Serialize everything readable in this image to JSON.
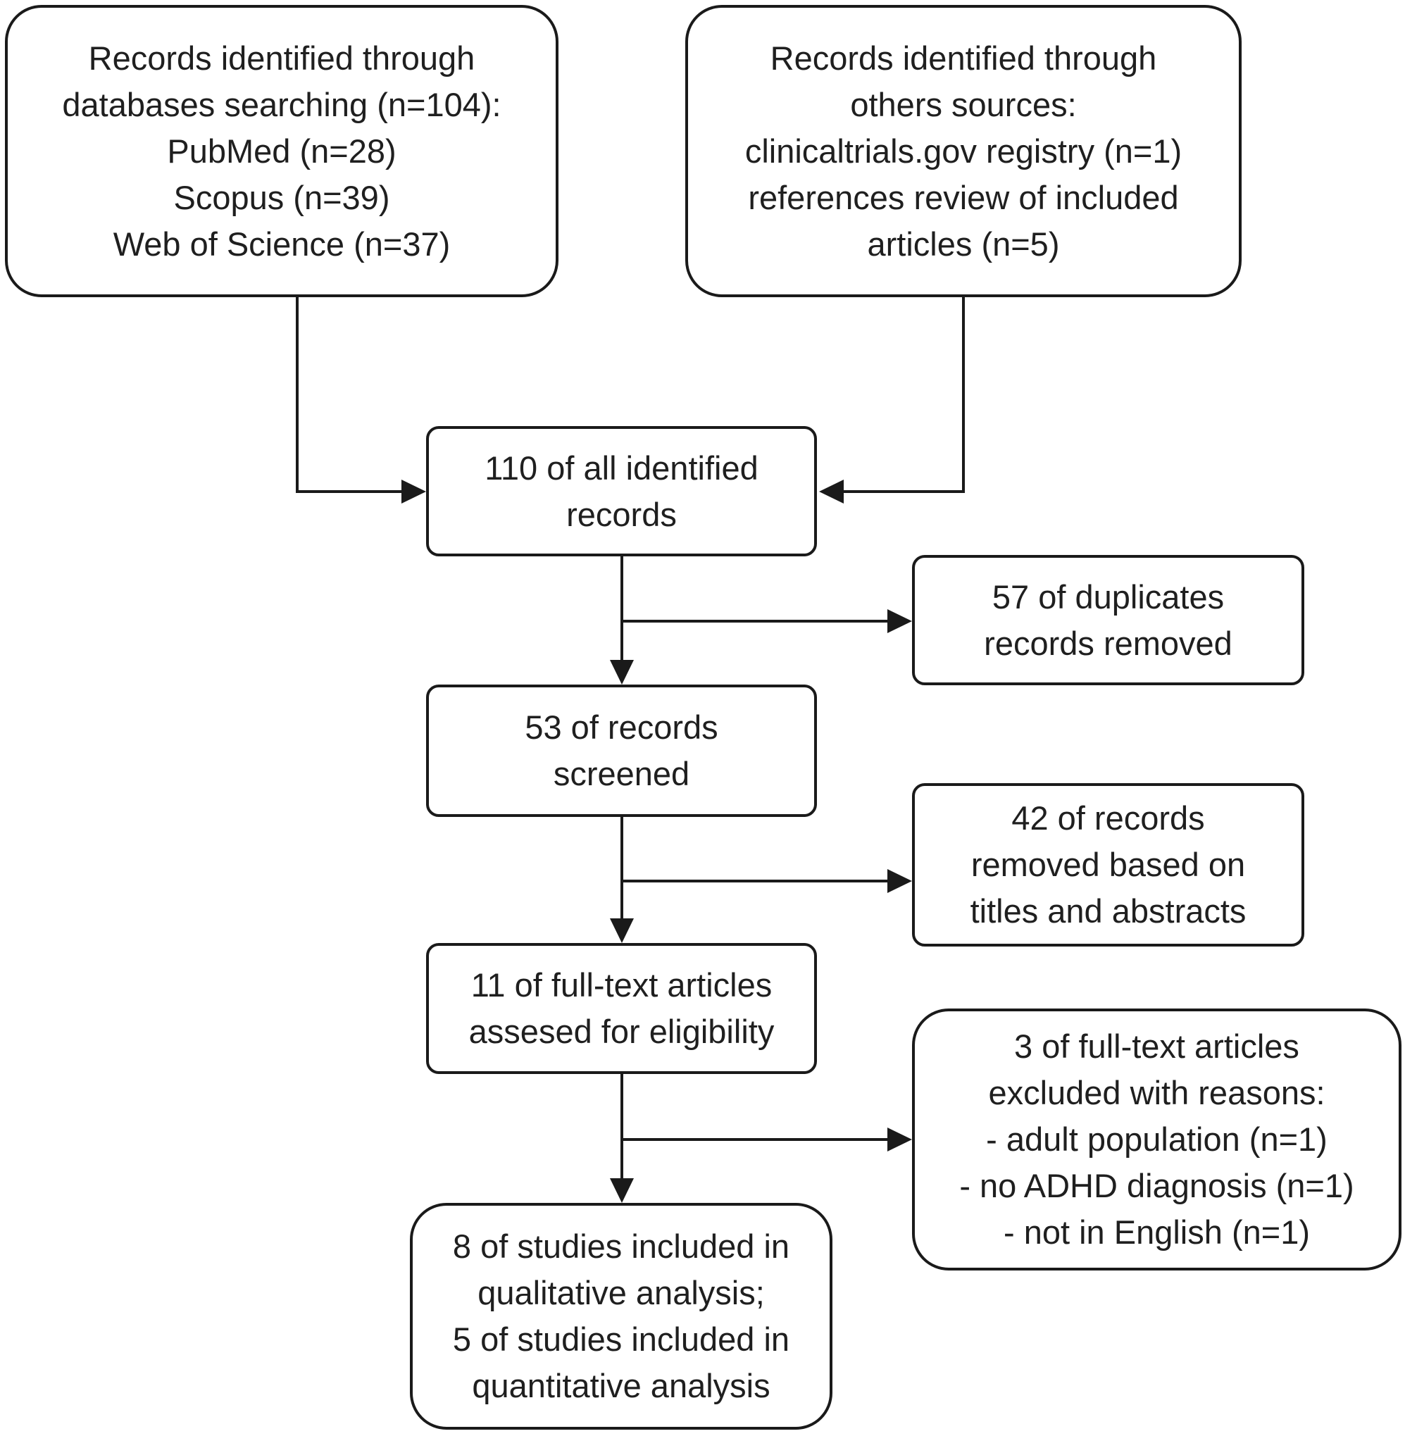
{
  "colors": {
    "line": "#1a1a1a",
    "text": "#1f1f1f",
    "background": "#ffffff"
  },
  "boxes": {
    "databases": {
      "lines": [
        "Records identified through",
        "databases searching (n=104):",
        "PubMed (n=28)",
        "Scopus (n=39)",
        "Web of Science (n=37)"
      ]
    },
    "other_sources": {
      "lines": [
        "Records identified through",
        "others sources:",
        "clinicaltrials.gov registry (n=1)",
        "references review of included",
        "articles (n=5)"
      ]
    },
    "identified": {
      "lines": [
        "110 of all identified",
        "records"
      ]
    },
    "duplicates": {
      "lines": [
        "57 of duplicates",
        "records removed"
      ]
    },
    "screened": {
      "lines": [
        "53 of records",
        "screened"
      ]
    },
    "removed_titles": {
      "lines": [
        "42 of records",
        "removed based on",
        "titles and abstracts"
      ]
    },
    "full_text": {
      "lines": [
        "11 of full-text articles",
        "assesed for eligibility"
      ]
    },
    "excluded": {
      "lines": [
        "3 of full-text articles",
        "excluded with reasons:",
        "- adult population (n=1)",
        "- no ADHD diagnosis (n=1)",
        "- not in English (n=1)"
      ]
    },
    "included": {
      "lines": [
        "8 of studies included in",
        "qualitative analysis;",
        "5 of studies included in",
        "quantitative analysis"
      ]
    }
  }
}
